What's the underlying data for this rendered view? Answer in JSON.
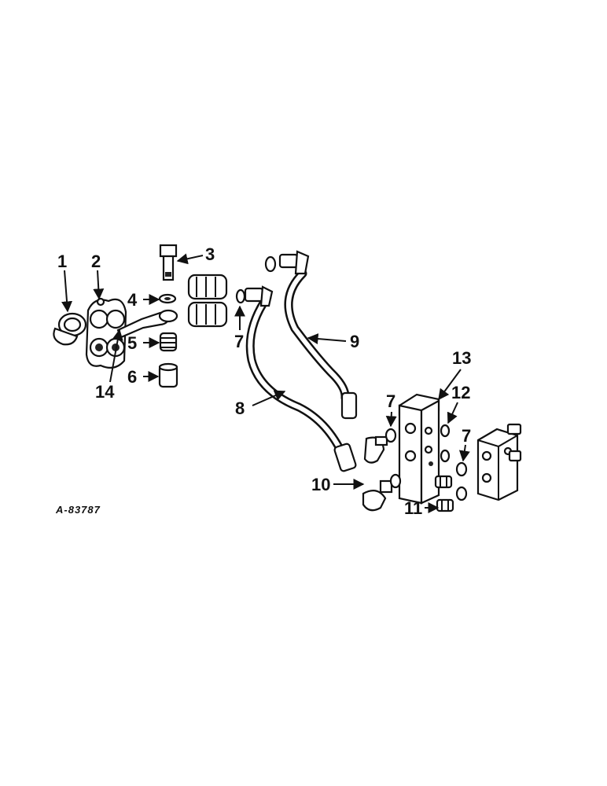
{
  "drawing_code": "A-83787",
  "callouts": {
    "c1": "1",
    "c2": "2",
    "c3": "3",
    "c4": "4",
    "c5": "5",
    "c6": "6",
    "c7a": "7",
    "c7b": "7",
    "c7c": "7",
    "c8": "8",
    "c9": "9",
    "c10": "10",
    "c11": "11",
    "c12": "12",
    "c13": "13",
    "c14": "14"
  }
}
